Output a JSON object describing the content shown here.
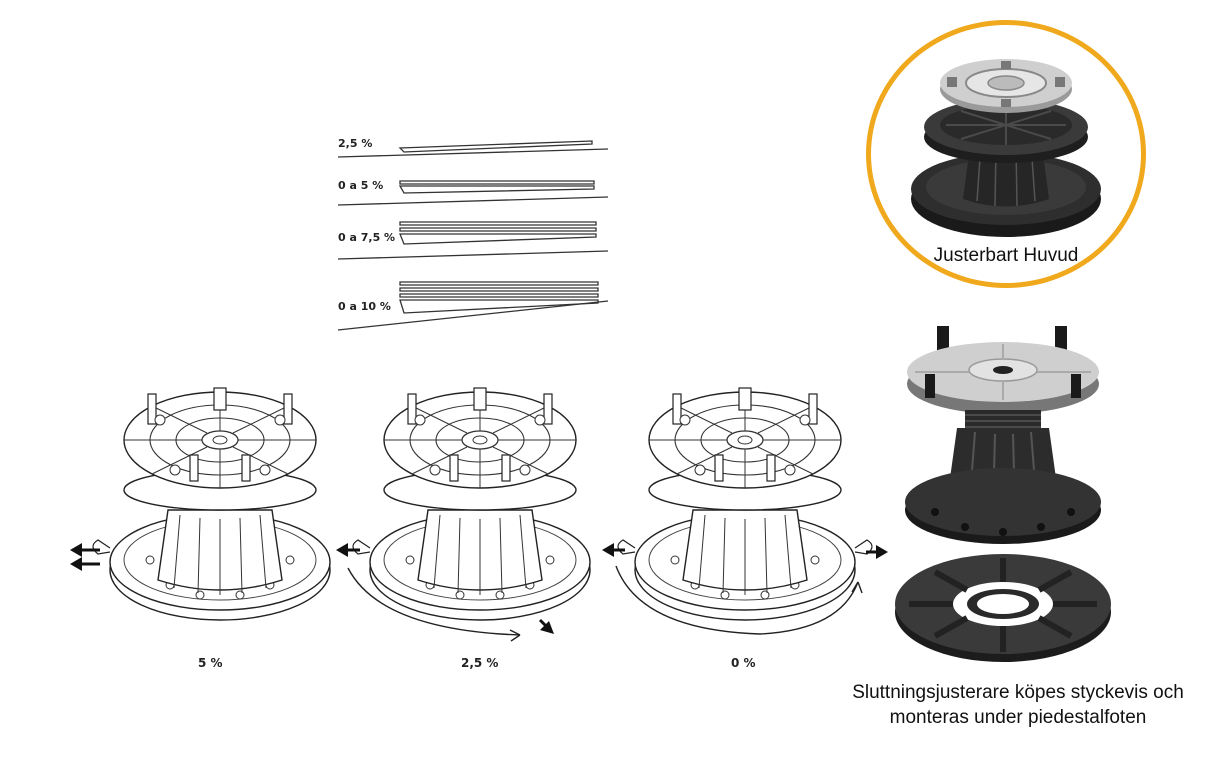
{
  "slope_diagram": {
    "rows": [
      {
        "label": "2,5 %"
      },
      {
        "label": "0 a 5 %"
      },
      {
        "label": "0 a 7,5 %"
      },
      {
        "label": "0 a 10 %"
      }
    ]
  },
  "pedestals": [
    {
      "label": "5 %"
    },
    {
      "label": "2,5 %"
    },
    {
      "label": "0 %"
    }
  ],
  "adjustable_head": {
    "caption": "Justerbart Huvud",
    "ring_color": "#f0a81c"
  },
  "product_caption": {
    "line1": "Sluttningsjusterare köpes styckevis och",
    "line2": "monteras under piedestalfoten"
  }
}
